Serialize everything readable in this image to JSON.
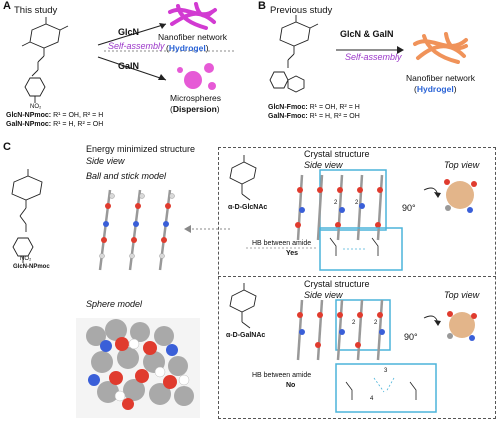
{
  "panelA": {
    "label": "A",
    "title": "This study",
    "arrow_top_label": "GlcN",
    "arrow_bottom_label": "GalN",
    "self_assembly": "Self-assembly",
    "result_top_line1": "Nanofiber network",
    "result_top_line2": "Hydrogel",
    "result_bottom_line1": "Microspheres",
    "result_bottom_line2": "Dispersion",
    "compound_line1_name": "GlcN-NPmoc:",
    "compound_line1_r": "R¹ = OH, R² = H",
    "compound_line2_name": "GalN-NPmoc:",
    "compound_line2_r": "R¹ = H, R² = OH",
    "group_label": "NO₂"
  },
  "panelB": {
    "label": "B",
    "title": "Previous study",
    "arrow_label": "GlcN & GalN",
    "self_assembly": "Self-assembly",
    "result_line1": "Nanofiber network",
    "result_line2": "Hydrogel",
    "compound_line1_name": "GlcN-Fmoc:",
    "compound_line1_r": "R¹ = OH, R² = H",
    "compound_line2_name": "GalN-Fmoc:",
    "compound_line2_r": "R¹ = H, R² = OH"
  },
  "panelC": {
    "label": "C",
    "compound": "GlcN-NPmoc",
    "group_label": "NO₂",
    "energy_title": "Energy minimized structure",
    "side_view": "Side view",
    "ball_stick": "Ball and stick model",
    "sphere": "Sphere model",
    "glc": {
      "name": "α-D-GlcNAc",
      "crystal": "Crystal structure",
      "side_view": "Side view",
      "top_view": "Top view",
      "angle": "90°",
      "hb_text": "HB between amide",
      "hb_value": "Yes",
      "num_a": "2",
      "num_b": "2"
    },
    "gal": {
      "name": "α-D-GalNAc",
      "crystal": "Crystal structure",
      "side_view": "Side view",
      "top_view": "Top view",
      "angle": "90°",
      "hb_text": "HB between amide",
      "hb_value": "No",
      "num_a": "2",
      "num_b": "2",
      "num_c": "3",
      "num_d": "4"
    }
  },
  "colors": {
    "hydrogel_blue": "#2a63d6",
    "self_assembly_purple": "#9b37c9",
    "fiber_magenta": "#d23bd2",
    "fiber_orange": "#f0935a",
    "sphere_pink": "#e65ad6",
    "inset_cyan": "#4bb4da"
  }
}
